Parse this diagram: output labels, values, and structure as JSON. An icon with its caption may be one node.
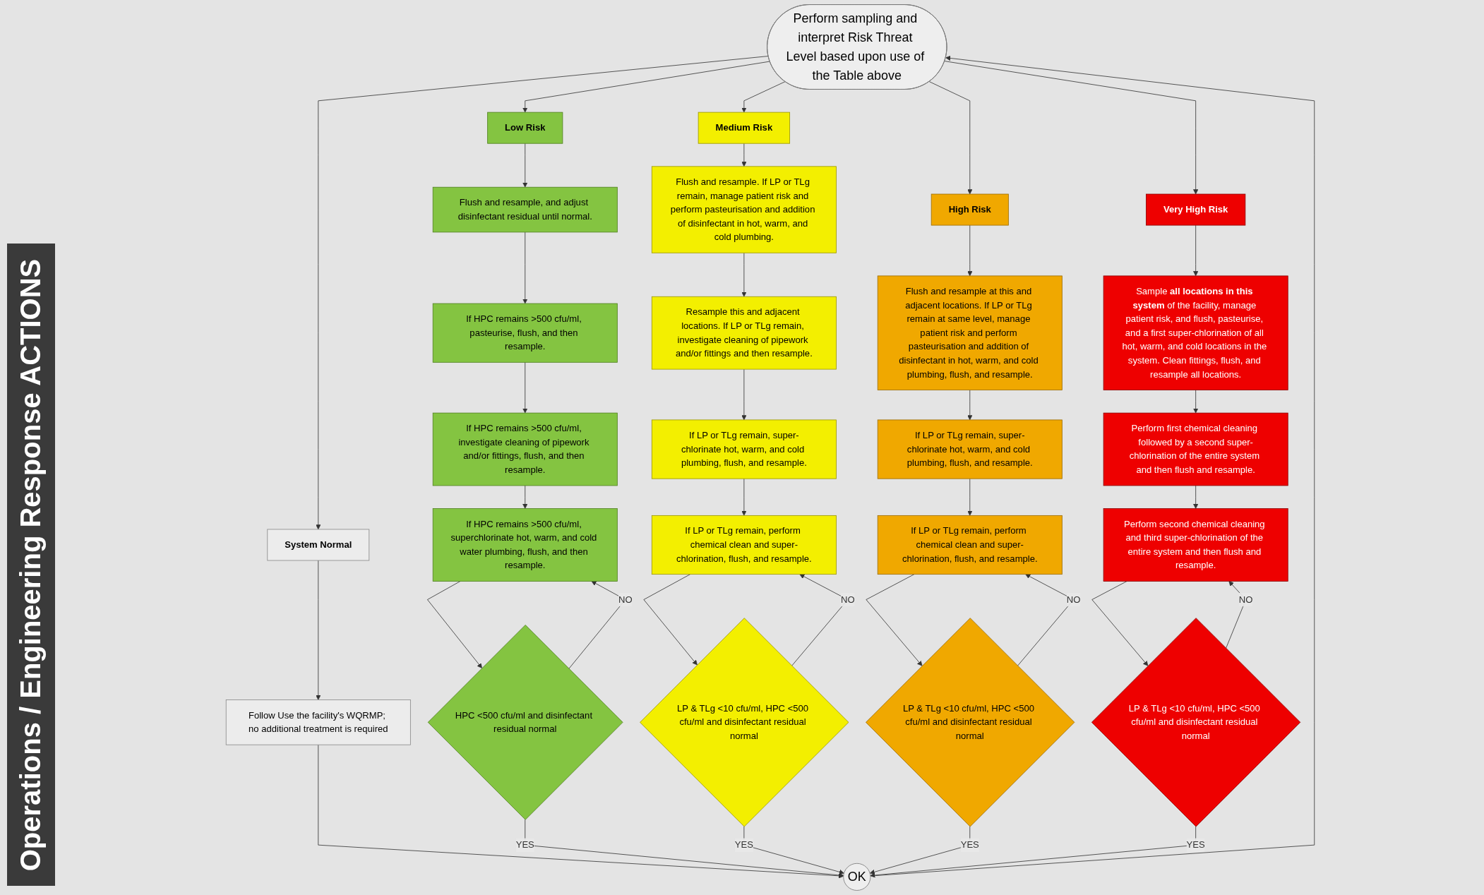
{
  "diagram": {
    "nodes": [
      {
        "text": [
          "Perform sampling and interpret Risk Threat Level based upon use of the Table above"
        ]
      },
      {
        "text": [
          "System Normal"
        ]
      },
      {
        "text": [
          "Low Risk"
        ]
      },
      {
        "text": [
          "Medium Risk"
        ]
      },
      {
        "text": [
          "High Risk"
        ]
      },
      {
        "text": [
          "Very High Risk"
        ]
      },
      {
        "text": [
          "Follow Use the facility's WQRMP; no additional treatment is required"
        ]
      },
      {
        "text": [
          "OK"
        ]
      },
      {
        "text": [
          "Flush and resample, and adjust disinfectant residual until normal."
        ]
      },
      {
        "text": [
          "If HPC remains >500 cfu/ml, pasteurise, flush, and then resample."
        ]
      },
      {
        "text": [
          "If HPC remains >500 cfu/ml, investigate cleaning of pipework and/or fittings, flush, and then resample."
        ]
      },
      {
        "text": [
          "If HPC remains >500 cfu/ml, superchlorinate hot, warm, and cold water plumbing, flush, and then resample."
        ]
      },
      {
        "text": [
          "HPC <500 cfu/ml and disinfectant residual normal"
        ]
      },
      {
        "text": [
          "Flush and resample. If LP or TLg remain, manage patient risk and perform pasteurisation and addition of disinfectant in hot, warm, and cold plumbing."
        ]
      },
      {
        "text": [
          "Resample this and adjacent locations. If LP or TLg remain, investigate cleaning of pipework and/or fittings and then resample."
        ]
      },
      {
        "text": [
          "If LP or TLg remain, super-chlorinate hot, warm, and cold plumbing, flush, and resample."
        ]
      },
      {
        "text": [
          "If LP or TLg remain, perform chemical clean and super-chlorination, flush, and resample."
        ]
      },
      {
        "text": [
          "LP & TLg <10 cfu/ml, HPC <500 cfu/ml and disinfectant residual normal"
        ]
      },
      {
        "text": [
          "Flush and resample at this and adjacent locations. If LP or TLg remain at same level, manage patient risk and perform pasteurisation and addition of disinfectant in hot, warm, and cold plumbing, flush, and resample."
        ]
      },
      {
        "text": [
          "If LP or TLg remain, super-chlorinate hot, warm, and cold plumbing, flush, and resample."
        ]
      },
      {
        "text": [
          "If LP or TLg remain, perform chemical clean and super-chlorination, flush, and resample."
        ]
      },
      {
        "text": [
          "LP & TLg <10 cfu/ml, HPC <500 cfu/ml and disinfectant residual normal"
        ]
      },
      {
        "text": [
          "Sample **all locations in this system** of the facility, manage patient risk, and flush, pasteurise, and a first super-chlorination of all hot, warm, and cold locations in the system. Clean fittings, flush, and resample all locations."
        ]
      },
      {
        "text": [
          "Perform first chemical cleaning followed by a second super-chlorination of the entire system and then flush and resample."
        ]
      },
      {
        "text": [
          "Perform second chemical cleaning and third super-chlorination of the entire system and then flush and resample."
        ]
      },
      {
        "text": [
          "LP & TLg <10 cfu/ml, HPC <500 cfu/ml and disinfectant residual normal"
        ]
      }
    ],
    "edges": [
      {
        "from": 0,
        "to": 1,
        "arrow": "to"
      },
      {
        "from": 0,
        "to": 2,
        "arrow": "to"
      },
      {
        "from": 0,
        "to": 3,
        "arrow": "to"
      },
      {
        "from": 0,
        "to": 4,
        "arrow": "to"
      },
      {
        "from": 0,
        "to": 5,
        "arrow": "to"
      },
      {
        "from": 1,
        "to": 6,
        "arrow": "to"
      },
      {
        "from": 6,
        "to": 7,
        "arrow": "to"
      },
      {
        "from": 2,
        "to": 8,
        "arrow": "to"
      },
      {
        "from": 8,
        "to": 9,
        "arrow": "to"
      },
      {
        "from": 9,
        "to": 10,
        "arrow": "to"
      },
      {
        "from": 10,
        "to": 11,
        "arrow": "to"
      },
      {
        "from": 11,
        "to": 12,
        "arrow": "to"
      },
      {
        "from": 12,
        "to": 11,
        "label": "NO",
        "arrow": "to"
      },
      {
        "from": 12,
        "to": 7,
        "label": "YES",
        "arrow": "to"
      },
      {
        "from": 3,
        "to": 13,
        "arrow": "to"
      },
      {
        "from": 13,
        "to": 14,
        "arrow": "to"
      },
      {
        "from": 14,
        "to": 15,
        "arrow": "to"
      },
      {
        "from": 15,
        "to": 16,
        "arrow": "to"
      },
      {
        "from": 16,
        "to": 17,
        "arrow": "to"
      },
      {
        "from": 17,
        "to": 16,
        "label": "NO",
        "arrow": "to"
      },
      {
        "from": 17,
        "to": 7,
        "label": "YES",
        "arrow": "to"
      },
      {
        "from": 4,
        "to": 18,
        "arrow": "to"
      },
      {
        "from": 18,
        "to": 19,
        "arrow": "to"
      },
      {
        "from": 19,
        "to": 20,
        "arrow": "to"
      },
      {
        "from": 20,
        "to": 21,
        "arrow": "to"
      },
      {
        "from": 21,
        "to": 20,
        "label": "NO",
        "arrow": "to"
      },
      {
        "from": 21,
        "to": 7,
        "label": "YES",
        "arrow": "to"
      },
      {
        "from": 5,
        "to": 22,
        "arrow": "to"
      },
      {
        "from": 22,
        "to": 23,
        "arrow": "to"
      },
      {
        "from": 23,
        "to": 24,
        "arrow": "to"
      },
      {
        "from": 24,
        "to": 25,
        "arrow": "to"
      },
      {
        "from": 25,
        "to": 24,
        "label": "NO",
        "arrow": "to"
      },
      {
        "from": 25,
        "to": 7,
        "label": "YES",
        "arrow": "to"
      },
      {
        "from": 7,
        "to": 0,
        "arrow": "to"
      }
    ],
    "labels": [
      "Operations / Engineering Response ACTIONS"
    ]
  }
}
